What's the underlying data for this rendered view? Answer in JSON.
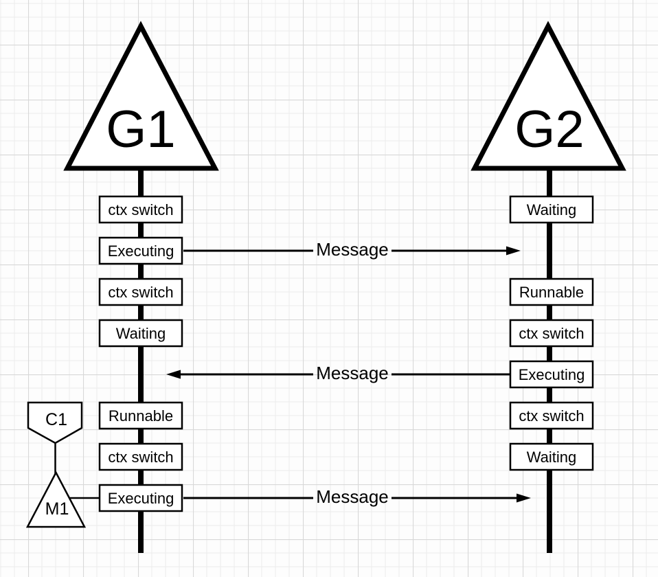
{
  "goroutines": [
    {
      "label": "G1",
      "states": [
        "ctx switch",
        "Executing",
        "ctx switch",
        "Waiting",
        "Runnable",
        "ctx switch",
        "Executing"
      ]
    },
    {
      "label": "G2",
      "states": [
        "Waiting",
        "Runnable",
        "ctx switch",
        "Executing",
        "ctx switch",
        "Waiting"
      ]
    }
  ],
  "messages": [
    {
      "label": "Message",
      "direction": "right"
    },
    {
      "label": "Message",
      "direction": "left"
    },
    {
      "label": "Message",
      "direction": "right"
    }
  ],
  "side_nodes": [
    {
      "label": "C1",
      "shape": "pentagon"
    },
    {
      "label": "M1",
      "shape": "triangle"
    }
  ],
  "colors": {
    "stroke": "#000000",
    "shape_fill": "#ffffff",
    "background": "#fdfdfd",
    "grid_minor": "#ebebeb",
    "grid_major": "#d8d8d8"
  }
}
